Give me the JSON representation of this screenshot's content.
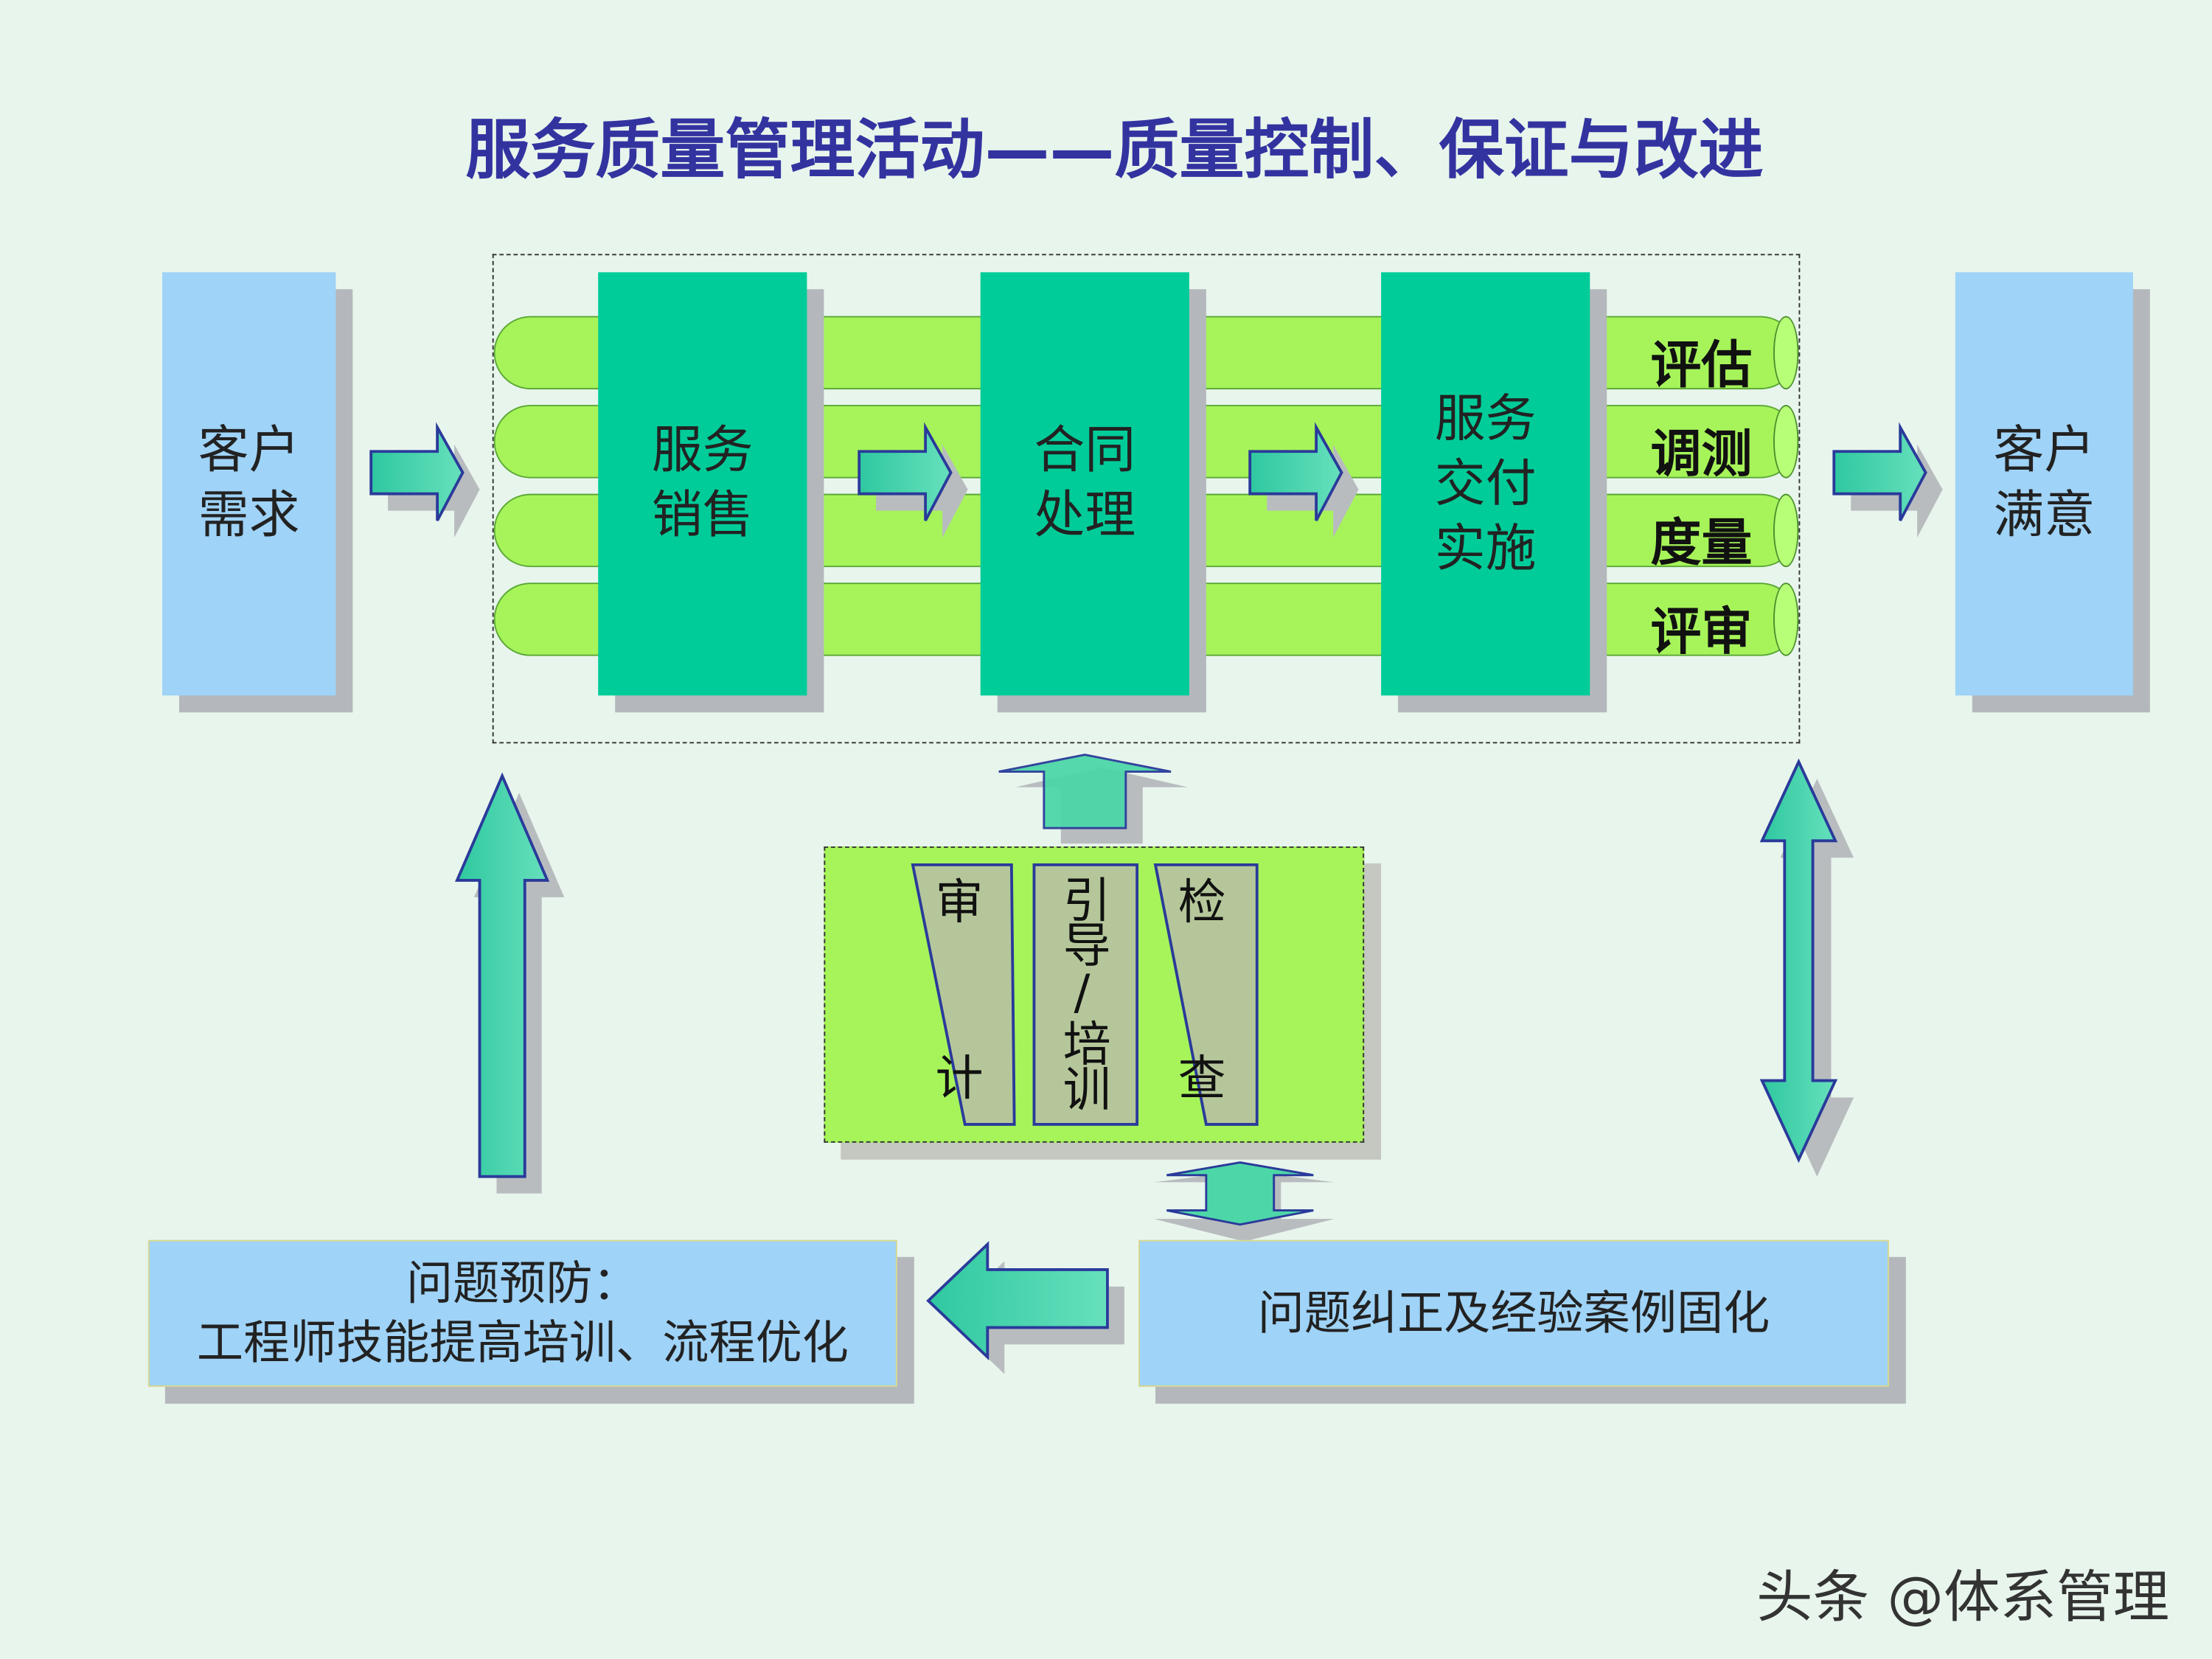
{
  "title": "服务质量管理活动——质量控制、保证与改进",
  "process": {
    "customer_need": [
      "客户",
      "需求"
    ],
    "stages": [
      {
        "lines": [
          "服务",
          "销售"
        ]
      },
      {
        "lines": [
          "合同",
          "处理"
        ]
      },
      {
        "lines": [
          "服务",
          "交付",
          "实施"
        ]
      }
    ],
    "customer_satisfaction": [
      "客户",
      "满意"
    ],
    "pipe_labels": [
      "评估",
      "调测",
      "度量",
      "评审"
    ]
  },
  "support_activities": [
    {
      "top": "审",
      "bottom": "计"
    },
    {
      "vertical": "引导/培训"
    },
    {
      "top": "检",
      "bottom": "查"
    }
  ],
  "prevention": {
    "line1": "问题预防：",
    "line2": "工程师技能提高培训、流程优化"
  },
  "correction": "问题纠正及经验案例固化",
  "watermark": "头条 @体系管理",
  "colors": {
    "title": "#3333a0",
    "blue_box": "#9fd3f7",
    "green_box": "#00cc99",
    "lime": "#a6f45a",
    "arrow": "#4dd6a8"
  }
}
